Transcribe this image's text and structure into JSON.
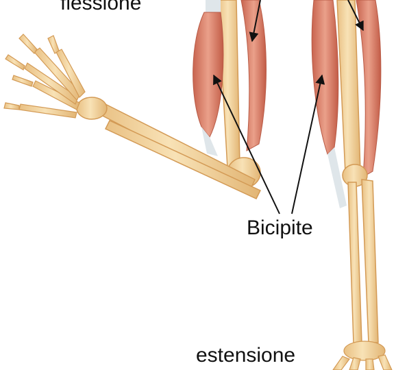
{
  "labels": {
    "flexion": "flessione",
    "muscle": "Bicipite",
    "extension": "estensione"
  },
  "colors": {
    "bone_fill": "#f3d8a4",
    "bone_stroke": "#d39a55",
    "muscle_fill": "#d9806a",
    "muscle_dark": "#b85a45",
    "tendon": "#dfe6ea",
    "arrow": "#111111",
    "text": "#111111"
  },
  "icons": [
    "flexed-arm-illustration",
    "extended-arm-illustration",
    "pointer-arrow"
  ]
}
